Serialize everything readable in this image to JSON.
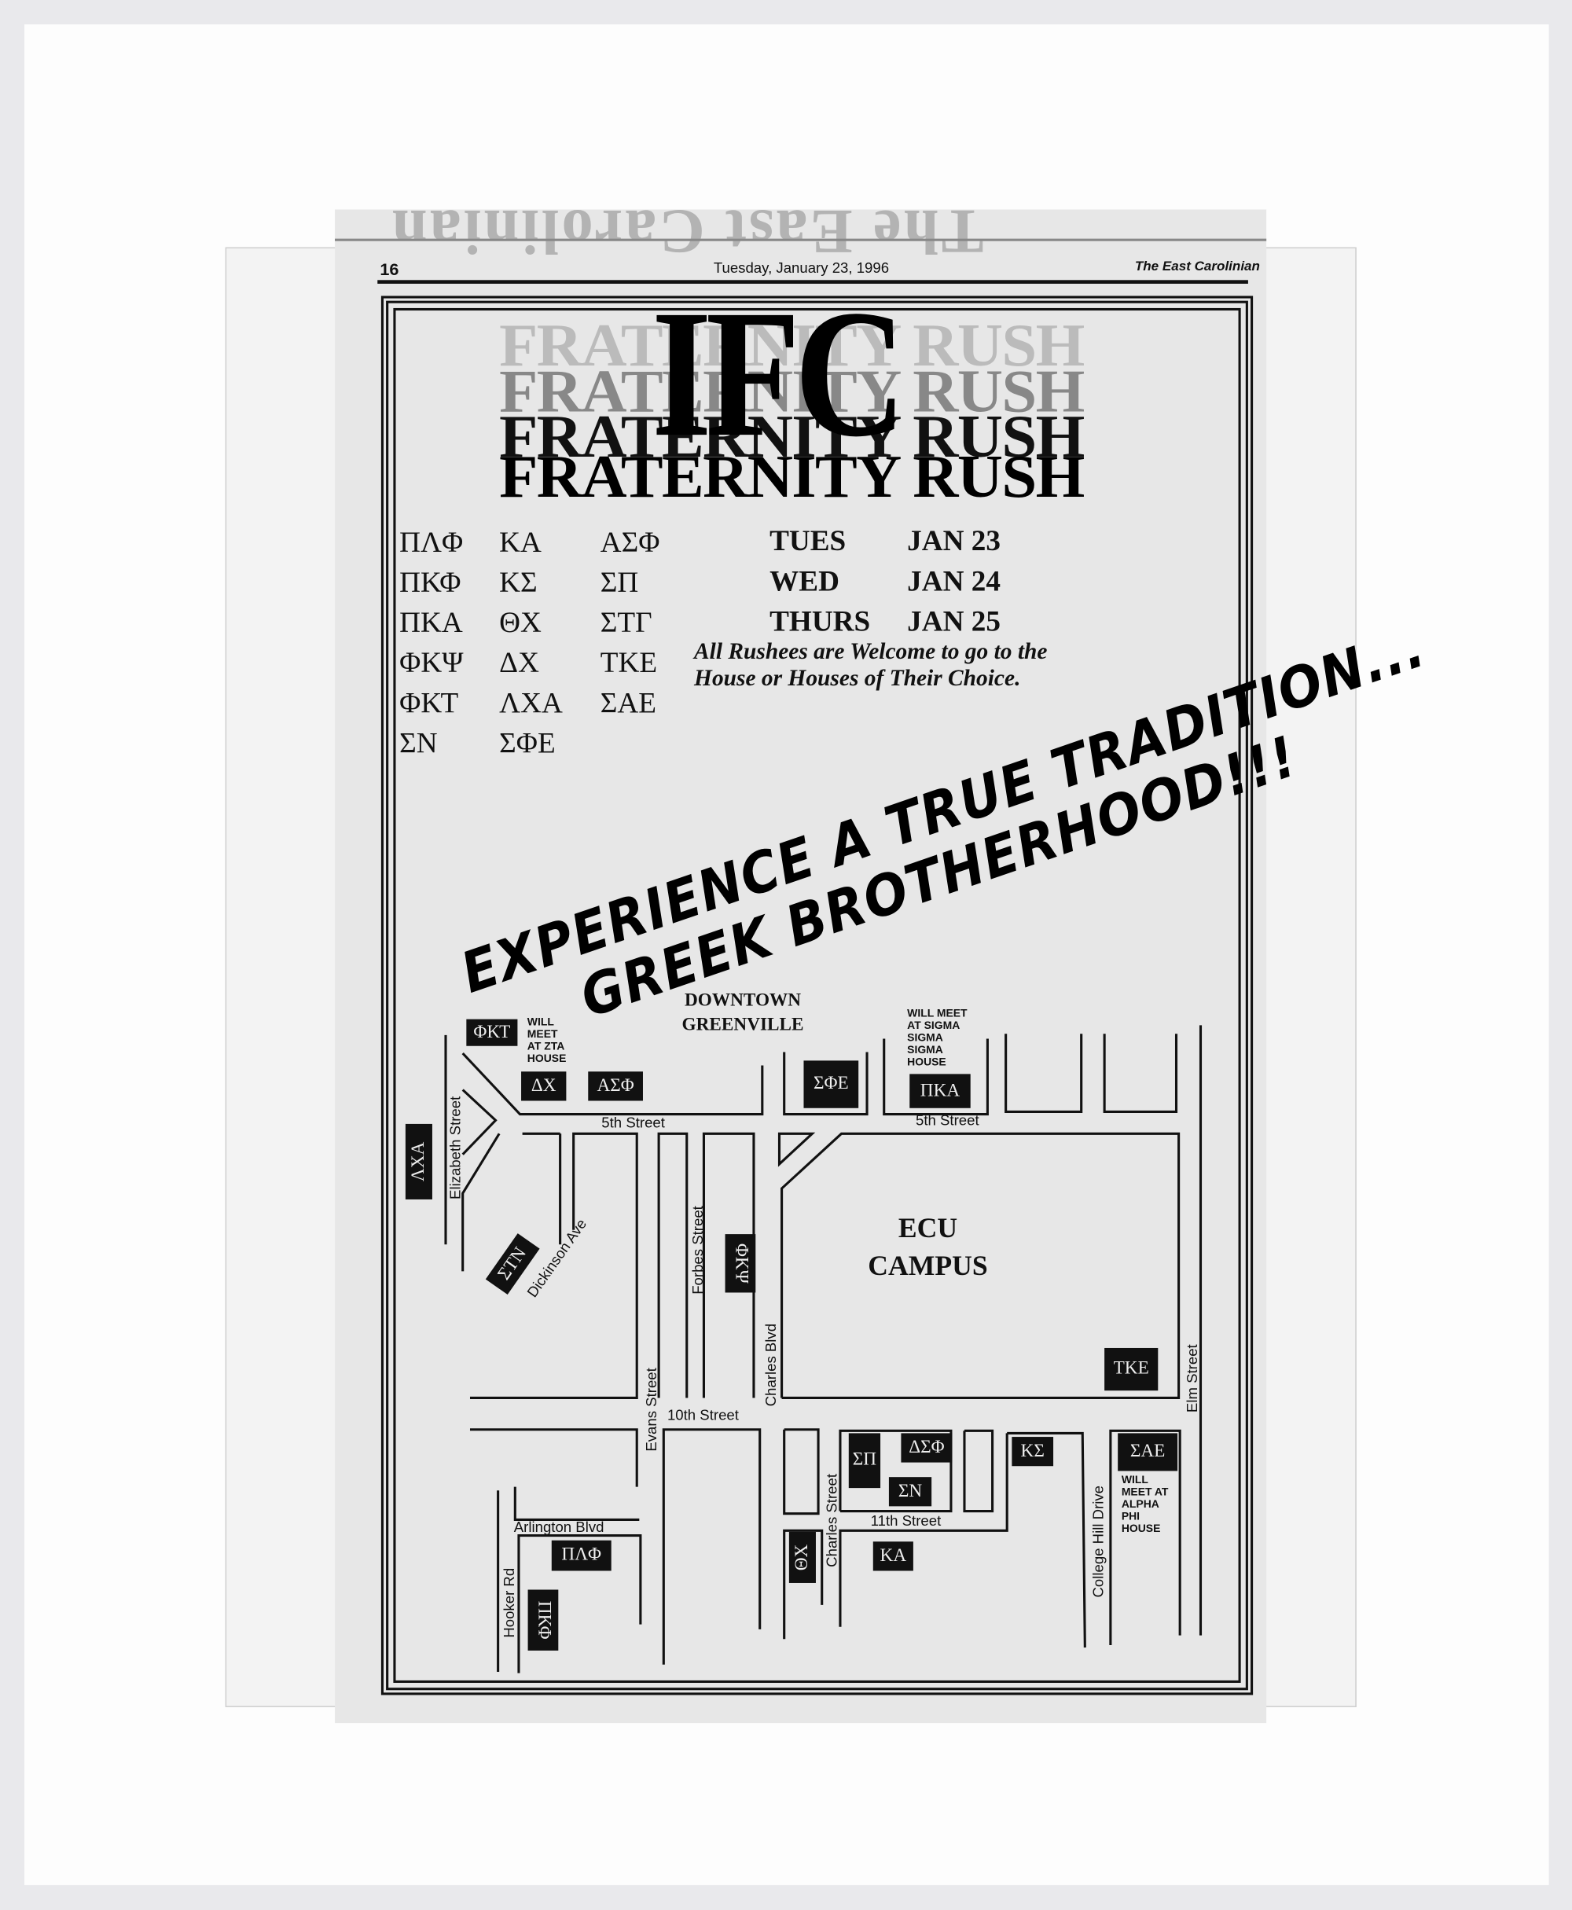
{
  "masthead_ghost": "The East Carolinian",
  "header": {
    "page_number": "16",
    "date": "Tuesday, January 23, 1996",
    "publication": "The East Carolinian"
  },
  "ad": {
    "ifc": "IFC",
    "title_lines": [
      "FRATERNITY RUSH",
      "FRATERNITY RUSH",
      "FRATERNITY RUSH",
      "FRATERNITY RUSH"
    ],
    "fraternity_columns": [
      [
        "ΠΛΦ",
        "ΠΚΦ",
        "ΠΚΑ",
        "ΦΚΨ",
        "ΦΚΤ",
        "ΣΝ"
      ],
      [
        "ΚΑ",
        "ΚΣ",
        "ΘΧ",
        "ΔΧ",
        "ΛΧΑ",
        "ΣΦΕ"
      ],
      [
        "ΑΣΦ",
        "ΣΠ",
        "ΣΤΓ",
        "ΤΚΕ",
        "ΣΑΕ"
      ]
    ],
    "dates": [
      {
        "day": "TUES",
        "date": "JAN 23"
      },
      {
        "day": "WED",
        "date": "JAN 24"
      },
      {
        "day": "THURS",
        "date": "JAN 25"
      }
    ],
    "welcome_lines": [
      "All Rushees are Welcome to go to the",
      "House or Houses of Their Choice."
    ],
    "slogan_lines": [
      "EXPERIENCE A TRUE TRADITION...",
      "GREEK BROTHERHOOD!!!"
    ]
  },
  "map": {
    "places": {
      "downtown": [
        "DOWNTOWN",
        "GREENVILLE"
      ],
      "campus": [
        "ECU",
        "CAMPUS"
      ]
    },
    "notes": {
      "zta": [
        "WILL",
        "MEET",
        "AT ZTA",
        "HOUSE"
      ],
      "sigma": [
        "WILL MEET",
        "AT SIGMA",
        "SIGMA",
        "SIGMA",
        "HOUSE"
      ],
      "alpha_phi": [
        "WILL",
        "MEET AT",
        "ALPHA",
        "PHI",
        "HOUSE"
      ]
    },
    "streets": {
      "fifth_left": "5th Street",
      "fifth_right": "5th Street",
      "elizabeth": "Elizabeth Street",
      "dickinson": "Dickinson Ave",
      "forbes": "Forbes Street",
      "charles_blvd": "Charles Blvd",
      "evans": "Evans Street",
      "tenth": "10th Street",
      "elm": "Elm Street",
      "charles_st": "Charles Street",
      "eleventh": "11th Street",
      "college_hill": "College Hill Drive",
      "arlington": "Arlington Blvd",
      "hooker": "Hooker Rd"
    },
    "houses": {
      "pkt": "ΦΚΤ",
      "dx": "ΔΧ",
      "asf_north": "ΑΣΦ",
      "sfe": "ΣΦΕ",
      "pka": "ΠΚΑ",
      "lxa": "ΛΧΑ",
      "stn": "ΣΤΝ",
      "pkps": "ΦΚΨ",
      "tke": "ΤΚΕ",
      "sp": "ΣΠ",
      "dsf": "ΔΣΦ",
      "sn": "ΣΝ",
      "ks": "ΚΣ",
      "sae": "ΣΑΕ",
      "plf": "ΠΛΦ",
      "tx": "ΘΧ",
      "ka": "ΚΑ",
      "pkf": "ΠΚΦ"
    }
  }
}
